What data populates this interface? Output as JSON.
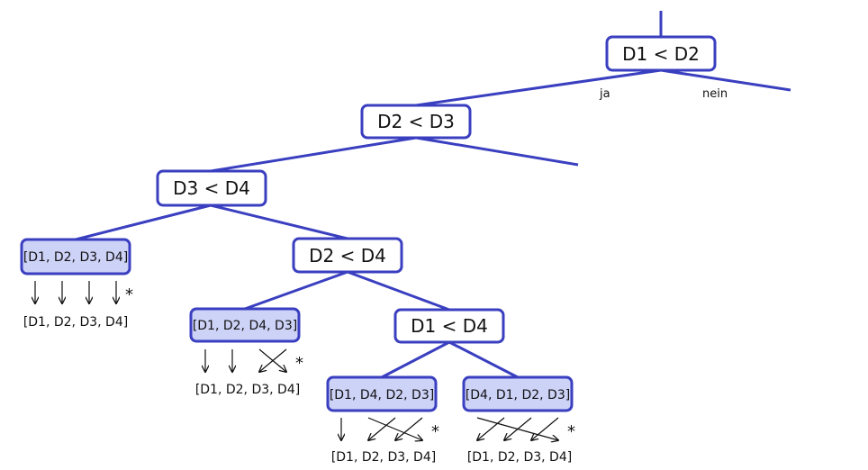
{
  "edge_labels": {
    "yes": "ja",
    "no": "nein"
  },
  "decisions": {
    "d1_d2": "D1 < D2",
    "d2_d3": "D2 < D3",
    "d3_d4": "D3 < D4",
    "d2_d4": "D2 < D4",
    "d1_d4": "D1 < D4"
  },
  "leaves": {
    "leaf1": "[D1, D2, D3, D4]",
    "leaf2": "[D1, D2, D4, D3]",
    "leaf3": "[D1, D4, D2, D3]",
    "leaf4": "[D4, D1, D2, D3]"
  },
  "results": {
    "result1": "[D1, D2, D3, D4]",
    "result2": "[D1, D2, D3, D4]",
    "result3": "[D1, D2, D3, D4]",
    "result4": "[D1, D2, D3, D4]"
  },
  "star_marker": "*",
  "colors": {
    "edge": "#3a3fc0",
    "leaf_fill": "#cdd2f7",
    "node_fill": "#ffffff"
  }
}
